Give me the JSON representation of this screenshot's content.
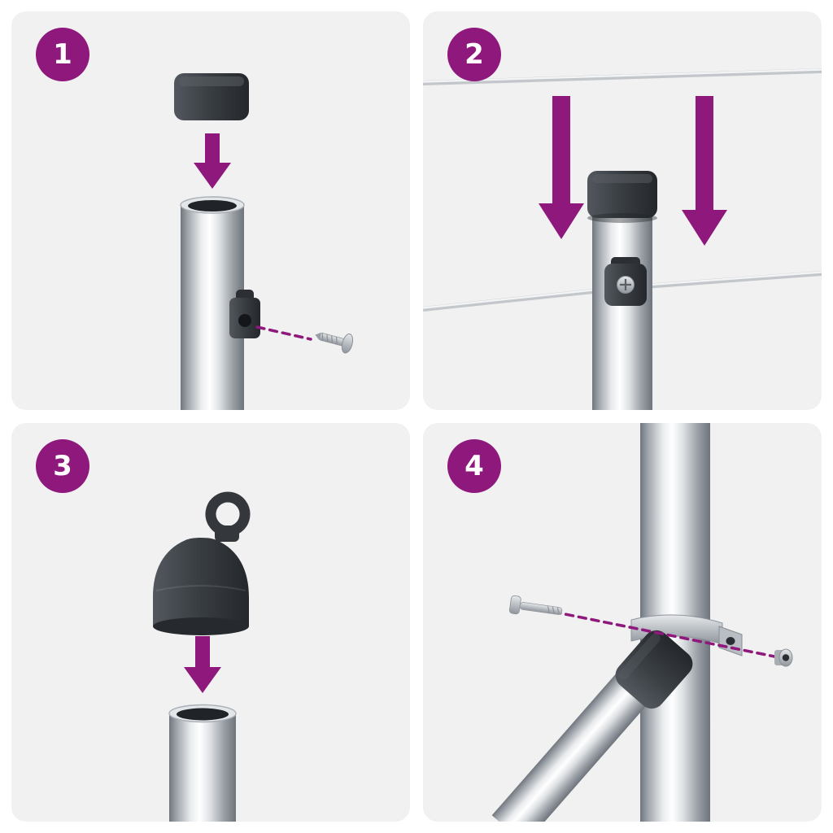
{
  "colors": {
    "accent": "#8E187C",
    "panel_background": "#F1F1F1",
    "page_background": "#FFFFFF",
    "dark_fitting": "#34383D",
    "metal_highlight": "#FFFFFF",
    "metal_shadow": "#6E747B"
  },
  "steps": [
    {
      "number": "1",
      "illustration": "post-cap-above-open-post-with-screw-fitting"
    },
    {
      "number": "2",
      "illustration": "capped-post-lowered-between-tension-wires-with-wire-clamp"
    },
    {
      "number": "3",
      "illustration": "eyelet-cap-above-open-post"
    },
    {
      "number": "4",
      "illustration": "diagonal-brace-clamped-to-post-with-bolt-and-nut"
    }
  ]
}
